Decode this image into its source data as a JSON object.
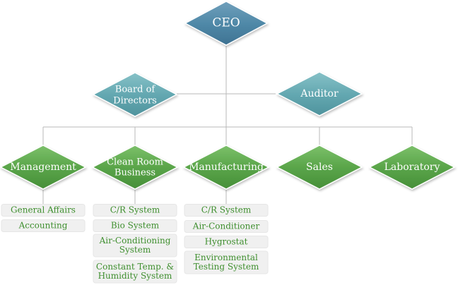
{
  "org_chart": {
    "ceo": "CEO",
    "board": [
      "Board of",
      "Directors"
    ],
    "auditor": "Auditor",
    "departments": [
      {
        "label": [
          "Management"
        ],
        "items": [
          [
            "General Affairs"
          ],
          [
            "Accounting"
          ]
        ]
      },
      {
        "label": [
          "Clean Room",
          "Business"
        ],
        "items": [
          [
            "C/R System"
          ],
          [
            "Bio System"
          ],
          [
            "Air-Conditioning",
            "System"
          ],
          [
            "Constant Temp. &",
            "Humidity System"
          ]
        ]
      },
      {
        "label": [
          "Manufacturing"
        ],
        "items": [
          [
            "C/R System"
          ],
          [
            "Air-Conditioner"
          ],
          [
            "Hygrostat"
          ],
          [
            "Environmental",
            "Testing System"
          ]
        ]
      },
      {
        "label": [
          "Sales"
        ],
        "items": []
      },
      {
        "label": [
          "Laboratory"
        ],
        "items": []
      }
    ]
  },
  "colors": {
    "ceo_fill": "#4f84a3",
    "auditor_fill": "#63a5b0",
    "department_fill": "#5aa54a",
    "item_text": "#3f8f2f",
    "connector": "#b9b9b9",
    "item_box": "#f0f0f0"
  }
}
